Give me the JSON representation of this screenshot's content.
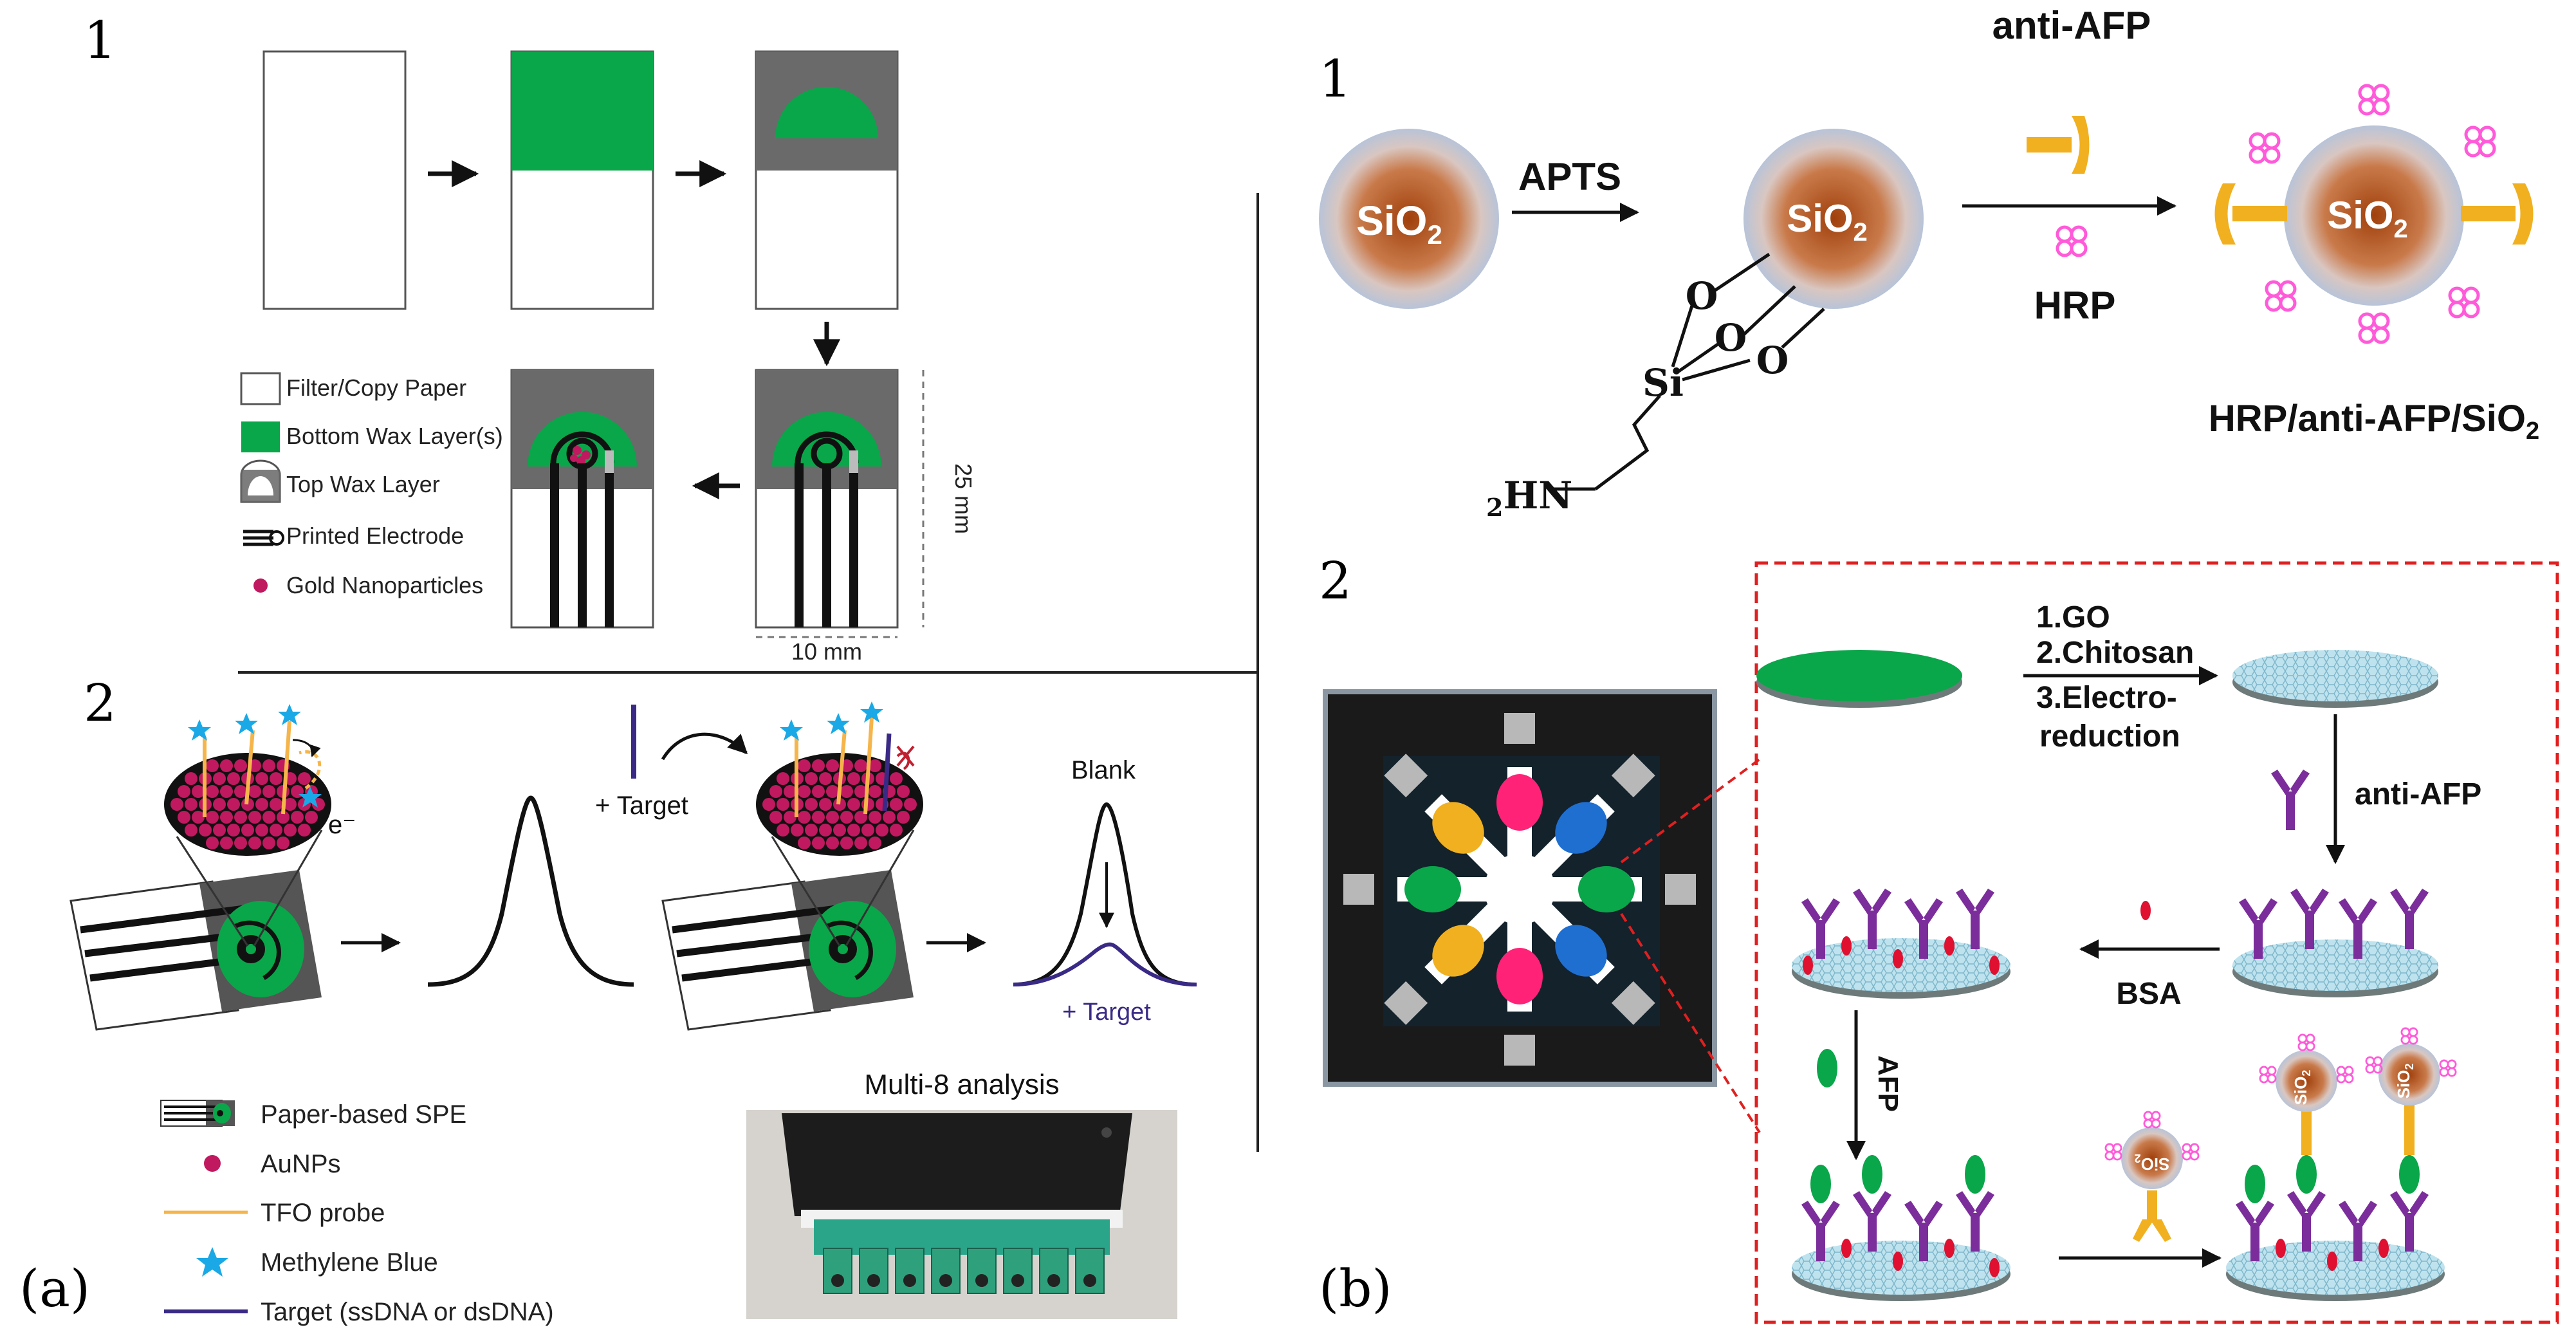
{
  "colors": {
    "wax_green": "#0aa64a",
    "wax_grey": "#6a6a6a",
    "electrode": "#111111",
    "aunp": "#c0195f",
    "probe": "#f5b54a",
    "mb": "#1aa9e6",
    "target": "#3a2a86",
    "antibody_yellow": "#f0b020",
    "antibody_purple": "#7b2d9b",
    "hrp": "#ff66dd",
    "dashed_red": "#e02020",
    "graphene": "#a8d8e8"
  },
  "panel_a": {
    "label": "(a)",
    "section1": {
      "number": "1",
      "legend": [
        {
          "icon": "filter-paper-icon",
          "text": "Filter/Copy Paper"
        },
        {
          "icon": "bottom-wax-icon",
          "text": "Bottom Wax Layer(s)"
        },
        {
          "icon": "top-wax-icon",
          "text": "Top Wax Layer"
        },
        {
          "icon": "printed-electrode-icon",
          "text": "Printed Electrode"
        },
        {
          "icon": "gold-nanoparticle-icon",
          "text": "Gold Nanoparticles"
        }
      ],
      "dim_height": "25 mm",
      "dim_width": "10 mm"
    },
    "section2": {
      "number": "2",
      "electron_label": "e⁻",
      "target_label": "+ Target",
      "blank_label": "Blank",
      "target_curve_label": "+ Target",
      "multi8_title": "Multi-8 analysis",
      "legend": [
        {
          "icon": "paper-spe-icon",
          "text": "Paper-based SPE"
        },
        {
          "icon": "aunps-icon",
          "text": "AuNPs"
        },
        {
          "icon": "tfo-probe-icon",
          "text": "TFO probe"
        },
        {
          "icon": "methylene-blue-icon",
          "text": "Methylene Blue"
        },
        {
          "icon": "target-dna-icon",
          "text": "Target (ssDNA or dsDNA)"
        }
      ]
    }
  },
  "panel_b": {
    "label": "(b)",
    "section1": {
      "number": "1",
      "sio2": "SiO",
      "sub2": "2",
      "apts": "APTS",
      "anti_afp": "anti-AFP",
      "hrp": "HRP",
      "product_main": "HRP/anti-AFP/SiO",
      "product_sub": "2",
      "o_label": "O",
      "si_label": "Si",
      "amine_sub": "2",
      "amine_main": "HN"
    },
    "section2": {
      "number": "2",
      "step1": "1.GO",
      "step2": "2.Chitosan",
      "step3a": "3.Electro-",
      "step3b": "reduction",
      "anti_afp": "anti-AFP",
      "bsa": "BSA",
      "afp": "AFP"
    }
  }
}
